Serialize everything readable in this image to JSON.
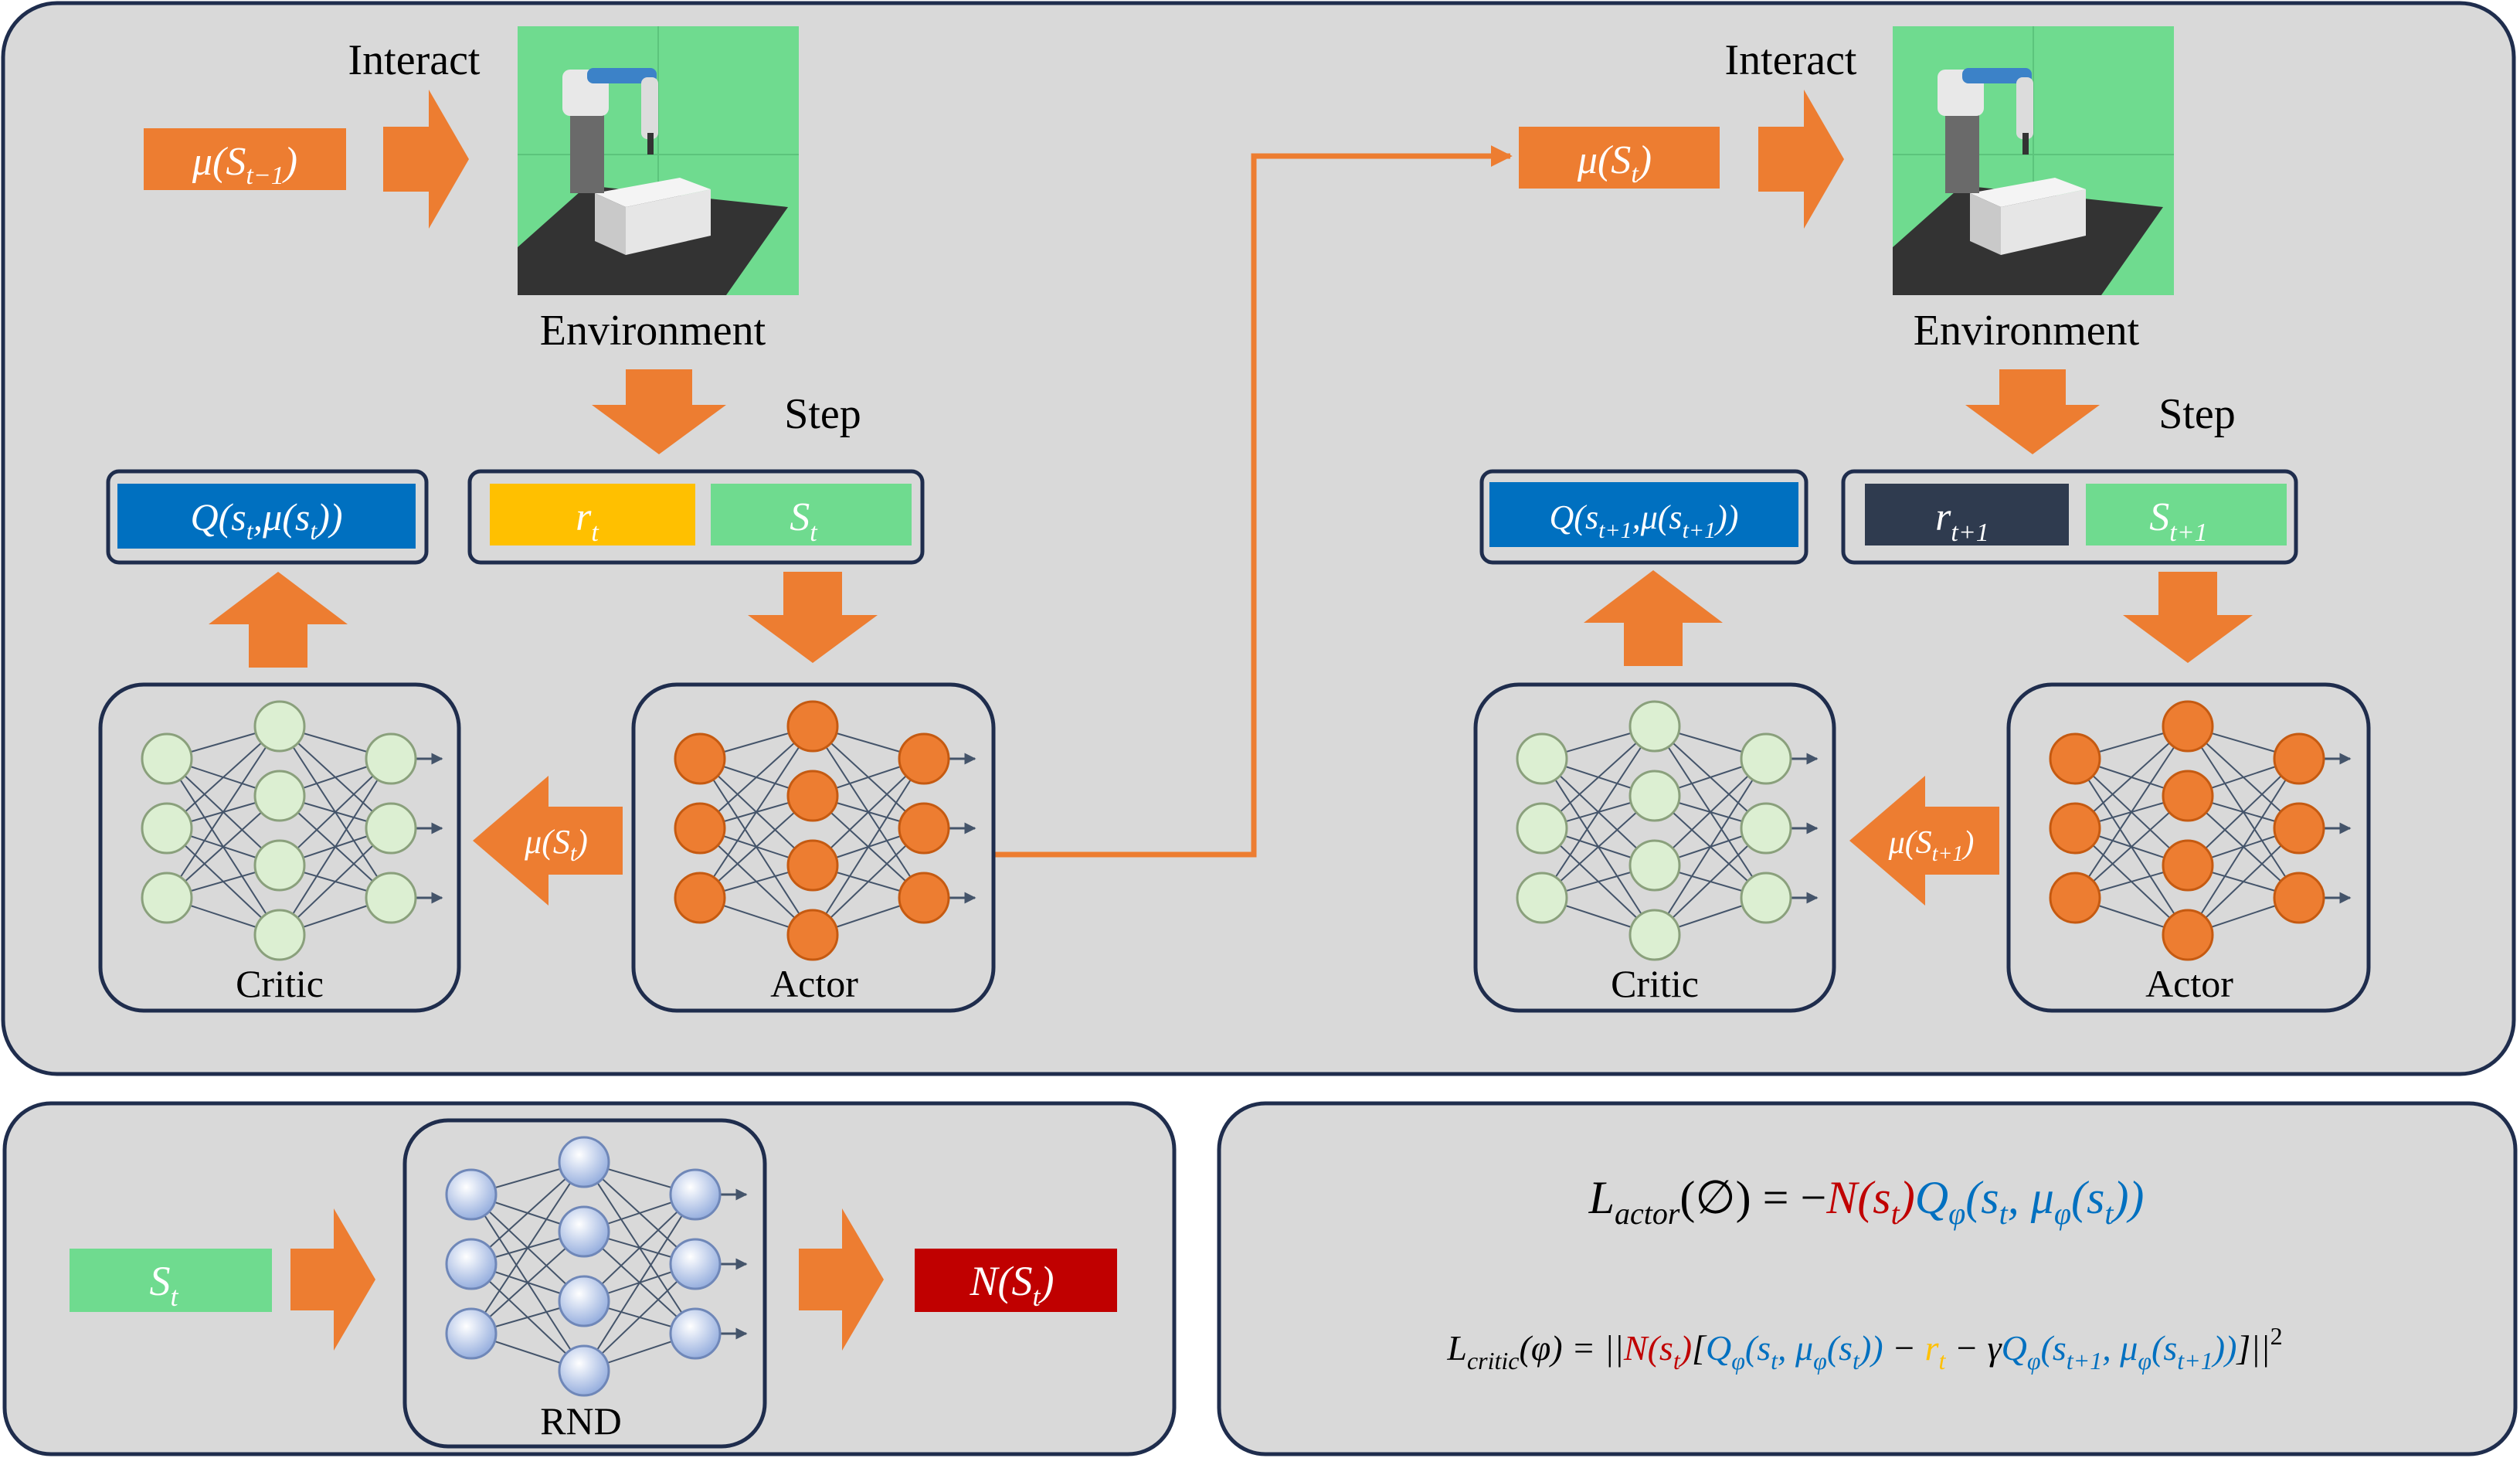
{
  "colors": {
    "panel_bg": "#d9d9d9",
    "panel_border": "#1f2d4d",
    "arrow": "#ed7d31",
    "action_box": "#ed7d31",
    "q_box": "#0070c0",
    "state_box": "#6fdb8f",
    "reward_gold": "#ffc000",
    "reward_dark": "#2f3b4f",
    "noise_box": "#c00000",
    "critic_node": "#dcefd2",
    "actor_node": "#ed7d31",
    "rnd_node": "#c8d6ee",
    "env_green": "#6fdb8f"
  },
  "left_step": {
    "interact_label": "Interact",
    "action_label": "μ(S",
    "action_sub": "t−1",
    "environment_label": "Environment",
    "step_label": "Step",
    "q_label": "Q(s",
    "q_sub": "t",
    "q_mid": ",μ(s",
    "q_sub2": "t",
    "q_end": "))",
    "reward_label": "r",
    "reward_sub": "t",
    "state_label": "S",
    "state_sub": "t",
    "policy_arrow_label": "μ(S",
    "policy_arrow_sub": "t",
    "critic_label": "Critic",
    "actor_label": "Actor"
  },
  "right_step": {
    "interact_label": "Interact",
    "action_label": "μ(S",
    "action_sub": "t",
    "environment_label": "Environment",
    "step_label": "Step",
    "q_label": "Q(s",
    "q_sub": "t+1",
    "q_mid": ",μ(s",
    "q_sub2": "t+1",
    "q_end": "))",
    "reward_label": "r",
    "reward_sub": "t+1",
    "state_label": "S",
    "state_sub": "t+1",
    "policy_arrow_label": "μ(S",
    "policy_arrow_sub": "t+1",
    "critic_label": "Critic",
    "actor_label": "Actor"
  },
  "rnd_panel": {
    "input_label": "S",
    "input_sub": "t",
    "network_label": "RND",
    "output_label": "N(S",
    "output_sub": "t",
    "output_end": ")"
  },
  "equations": {
    "actor_lhs": "L",
    "actor_lhs_sub": "actor",
    "actor_lhs_arg": "(∅) = −",
    "actor_n": "N(s",
    "actor_n_sub": "t",
    "actor_n_end": ")",
    "actor_q": "Q",
    "actor_q_sub": "φ",
    "actor_q_args": "(s",
    "actor_q_args_sub": "t",
    "actor_q_mu": ", μ",
    "actor_q_mu_sub": "φ",
    "actor_q_end": "(s",
    "actor_q_end_sub": "t",
    "actor_q_close": "))",
    "critic_lhs": "L",
    "critic_lhs_sub": "critic",
    "critic_lhs_arg": "(φ) = ||",
    "critic_n": "N(s",
    "critic_n_sub": "t",
    "critic_n_end": ")",
    "critic_bracket": "[",
    "critic_q1": "Q",
    "critic_q1_sub": "φ",
    "critic_q1_args": "(s",
    "critic_q1_args_sub": "t",
    "critic_q1_mu": ", μ",
    "critic_q1_mu_sub": "φ",
    "critic_q1_end": "(s",
    "critic_q1_end_sub": "t",
    "critic_q1_close": "))",
    "critic_minus1": " − ",
    "critic_r": "r",
    "critic_r_sub": "t",
    "critic_minus2": " − γ",
    "critic_q2": "Q",
    "critic_q2_sub": "φ",
    "critic_q2_args": "(s",
    "critic_q2_args_sub": "t+1",
    "critic_q2_mu": ", μ",
    "critic_q2_mu_sub": "φ",
    "critic_q2_end": "(s",
    "critic_q2_end_sub": "t+1",
    "critic_q2_close": "))",
    "critic_tail": "]||",
    "critic_sq": "2"
  }
}
